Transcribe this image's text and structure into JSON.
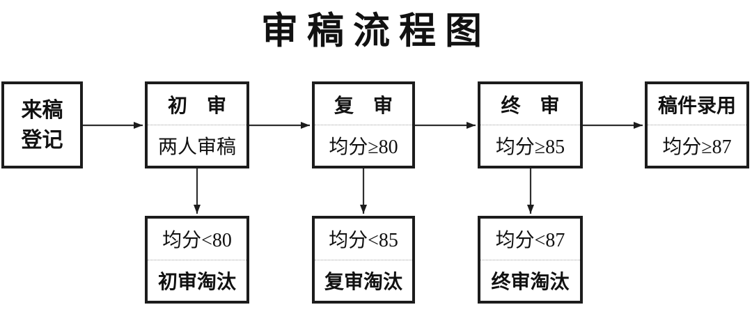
{
  "title": "审稿流程图",
  "nodes": {
    "register": {
      "line1": "来稿",
      "line2": "登记"
    },
    "first_review": {
      "header": "初　审",
      "sub": "两人审稿"
    },
    "second_review": {
      "header": "复　审",
      "sub": "均分≥80"
    },
    "final_review": {
      "header": "终　审",
      "sub": "均分≥85"
    },
    "accept": {
      "header": "稿件录用",
      "sub": "均分≥87"
    },
    "reject_first": {
      "condition": "均分<80",
      "label": "初审淘汰"
    },
    "reject_second": {
      "condition": "均分<85",
      "label": "复审淘汰"
    },
    "reject_final": {
      "condition": "均分<87",
      "label": "终审淘汰"
    }
  },
  "colors": {
    "background": "#ffffff",
    "border": "#1c1c1c",
    "text": "#111111",
    "divider": "#a0a0a0",
    "arrow": "#2e2e2e"
  }
}
